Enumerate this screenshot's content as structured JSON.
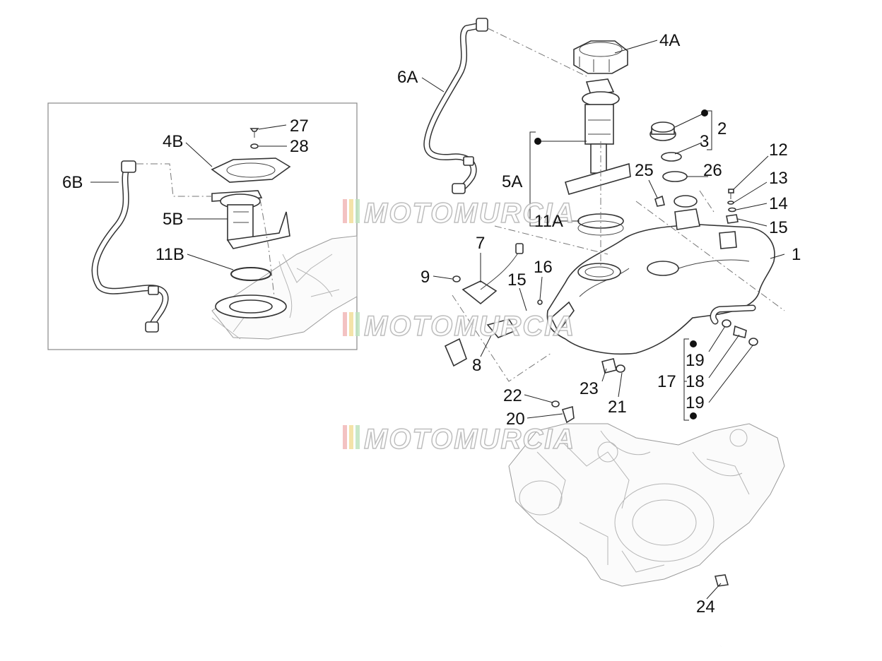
{
  "watermark": {
    "text": "MOTOMURCIA",
    "stripe_colors": [
      "#f2b8b8",
      "#f3df9b",
      "#bfe3bf"
    ]
  },
  "callouts": {
    "c1": "1",
    "c2": "2",
    "c3": "3",
    "c4A": "4A",
    "c4B": "4B",
    "c5A": "5A",
    "c5B": "5B",
    "c6A": "6A",
    "c6B": "6B",
    "c7": "7",
    "c8": "8",
    "c9": "9",
    "c11A": "11A",
    "c11B": "11B",
    "c12": "12",
    "c13": "13",
    "c14": "14",
    "c15a": "15",
    "c15b": "15",
    "c16": "16",
    "c17": "17",
    "c18": "18",
    "c19a": "19",
    "c19b": "19",
    "c20": "20",
    "c21": "21",
    "c22": "22",
    "c23": "23",
    "c24": "24",
    "c25": "25",
    "c26": "26",
    "c27": "27",
    "c28": "28"
  }
}
